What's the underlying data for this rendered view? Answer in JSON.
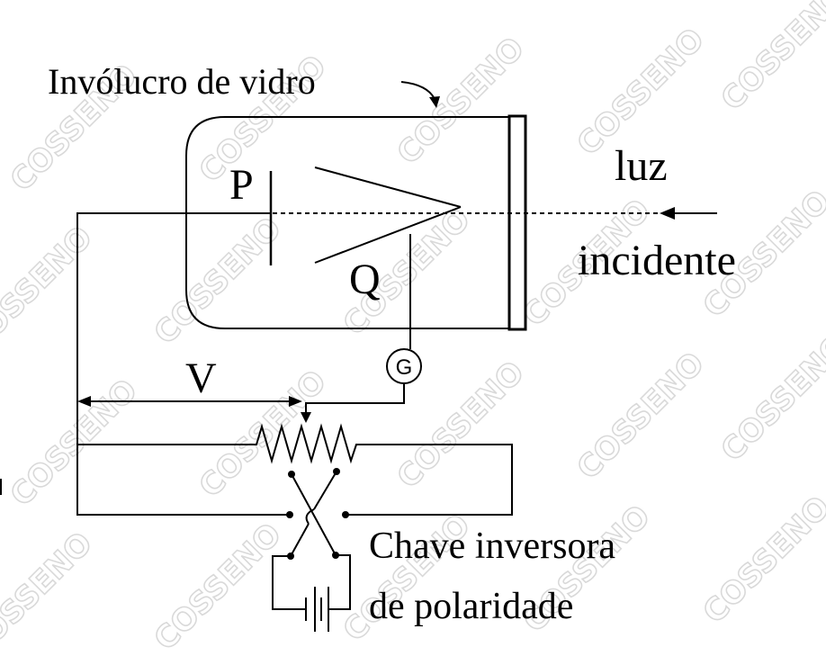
{
  "labels": {
    "envelope": "Invólucro de vidro",
    "plate_p": "P",
    "collector_q": "Q",
    "light_line1": "luz",
    "light_line2": "incidente",
    "voltage": "V",
    "galvanometer": "G",
    "switch_line1": "Chave inversora",
    "switch_line2": "de polaridade"
  },
  "watermark": {
    "text": "COSSENO",
    "color": "#d9d9d9"
  },
  "colors": {
    "ink": "#000000",
    "background": "#ffffff"
  }
}
